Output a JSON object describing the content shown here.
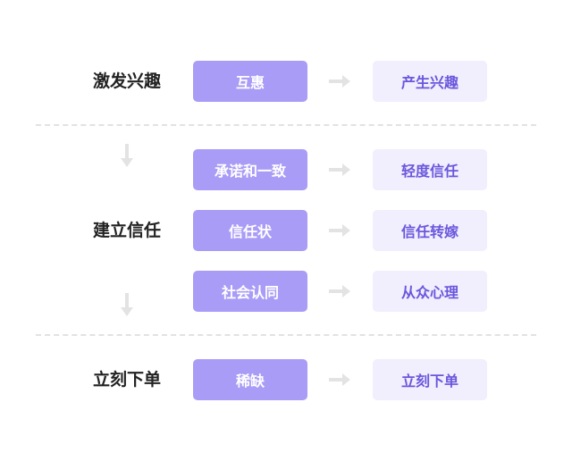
{
  "colors": {
    "tactic_bg": "#a99cf6",
    "result_bg": "#f1eefd",
    "result_text": "#6a57dd",
    "arrow": "#e3e3e3",
    "divider": "#e2e2e2",
    "stage_text": "#222222"
  },
  "stages": [
    {
      "label": "激发兴趣",
      "rows": [
        {
          "tactic": "互惠",
          "result": "产生兴趣"
        }
      ]
    },
    {
      "label": "建立信任",
      "rows": [
        {
          "tactic": "承诺和一致",
          "result": "轻度信任"
        },
        {
          "tactic": "信任状",
          "result": "信任转嫁"
        },
        {
          "tactic": "社会认同",
          "result": "从众心理"
        }
      ]
    },
    {
      "label": "立刻下单",
      "rows": [
        {
          "tactic": "稀缺",
          "result": "立刻下单"
        }
      ]
    }
  ],
  "icons": {
    "flow_arrow": "arrow-right-icon",
    "stage_arrow": "arrow-down-icon"
  }
}
